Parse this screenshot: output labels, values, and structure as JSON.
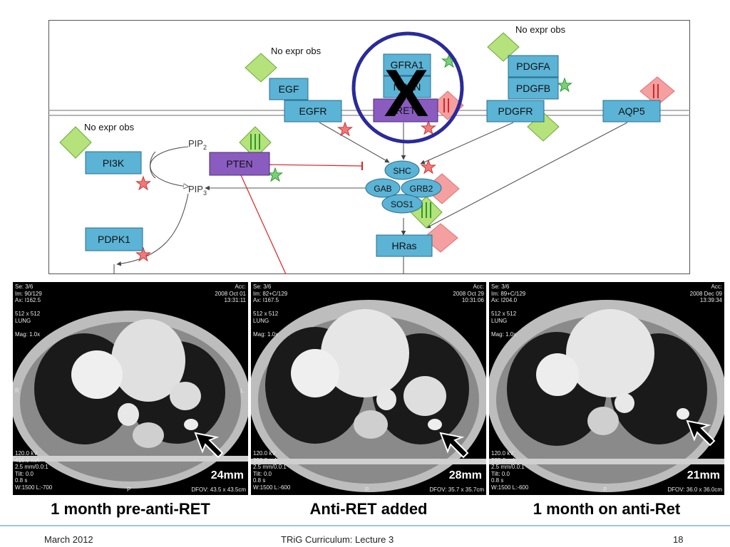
{
  "pathway": {
    "no_expr_1": "No expr obs",
    "no_expr_2": "No expr obs",
    "no_expr_3": "No expr obs",
    "egf": "EGF",
    "egfr": "EGFR",
    "gfra1": "GFRA1",
    "nrtn": "NRTN",
    "ret": "RET",
    "pdgfa": "PDGFA",
    "pdgfb": "PDGFB",
    "pdgfr": "PDGFR",
    "aqp5": "AQP5",
    "pi3k": "PI3K",
    "pip2": "PIP",
    "pip2_sub": "2",
    "pip3": "PIP",
    "pip3_sub": "3",
    "pten": "PTEN",
    "shc": "SHC",
    "gab": "GAB",
    "grb2": "GRB2",
    "sos1": "SOS1",
    "pdpk1": "PDPK1",
    "hras": "HRas",
    "x_mark": "X",
    "colors": {
      "node": "#5bb3d5",
      "node_purple": "#8a5cc0",
      "diamond_green": "#b5e27a",
      "diamond_red": "#f5a0a0",
      "circle": "#2a2a9a"
    }
  },
  "scans": [
    {
      "overlay_left": "Se: 3/6\nIm: 90/129\nAx: I162.5\n\n512 x 512\nLUNG\n\nMag: 1.0x",
      "overlay_right": "Acc:\n2008 Oct 01\n13:31:11",
      "overlay_bottom": "120.0 kV\n410.0 mA\n2.5 mm/0.0:1\nTilt: 0.0\n0.8 s\nW:1500 L:-700",
      "label_r": "R",
      "label_l": "L",
      "label_p": "P",
      "dfov": "DFOV: 43.5 x 43.5cm",
      "measure": "24mm"
    },
    {
      "overlay_left": "Se: 3/6\nIm: 82+C/129\nAx: I167.5\n\n512 x 512\nLUNG\n\nMag: 1.0x",
      "overlay_right": "Acc:\n2008 Oct 29\n10:31:06",
      "overlay_bottom": "120.0 kV\n358.0 mA\n2.5 mm/0.0:1\nTilt: 0.0\n0.8 s\nW:1500 L:-600",
      "label_r": "",
      "label_l": "",
      "label_p": "P",
      "dfov": "DFOV: 35.7 x 35.7cm",
      "measure": "28mm"
    },
    {
      "overlay_left": "Se: 3/6\nIm: 89+C/129\nAx: I204.0\n\n512 x 512\nLUNG\n\nMag: 1.0x",
      "overlay_right": "Acc:\n2008 Dec 09\n13:39:34",
      "overlay_bottom": "120.0 kV\n295.0 mA\n2.5 mm/0.0:1\nTilt: 0.0\n0.8 s\nW:1500 L:-600",
      "label_r": "",
      "label_l": "",
      "label_p": "P",
      "dfov": "DFOV: 36.0 x 36.0cm",
      "measure": "21mm"
    }
  ],
  "captions": [
    "1 month pre-anti-RET",
    "Anti-RET added",
    "1 month on anti-Ret"
  ],
  "footer": {
    "date": "March 2012",
    "title": "TRiG Curriculum: Lecture 3",
    "page": "18"
  }
}
